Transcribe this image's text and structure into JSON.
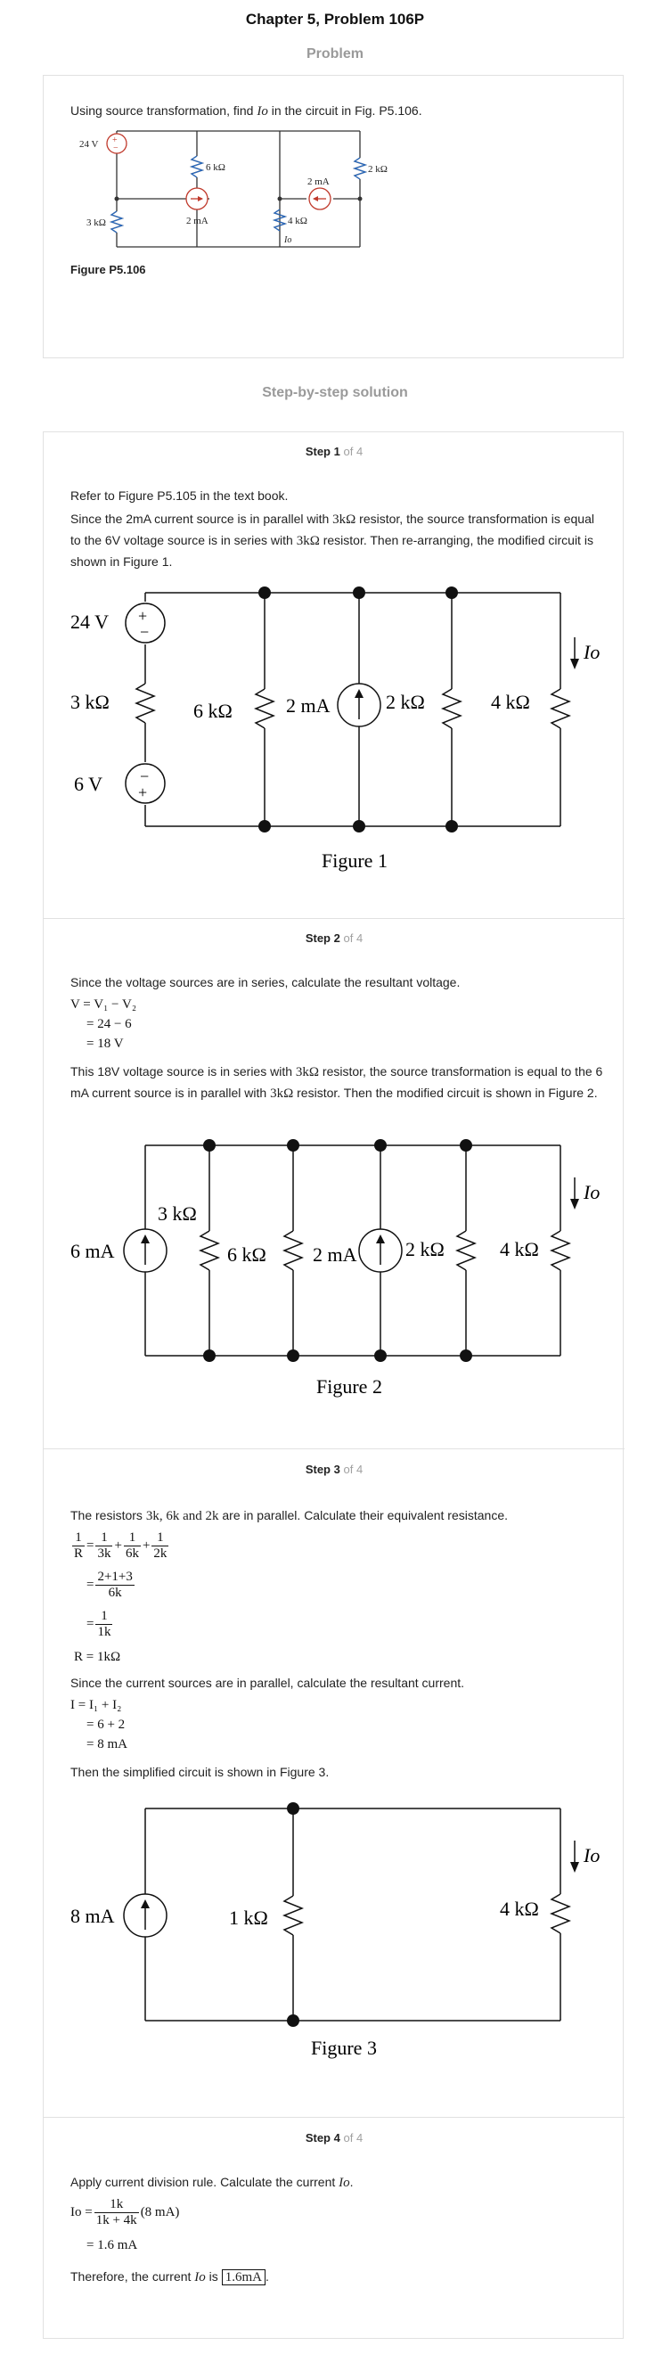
{
  "header": {
    "title": "Chapter 5, Problem 106P",
    "problem_label": "Problem",
    "solution_label": "Step-by-step solution"
  },
  "problem": {
    "text_before": "Using source transformation, find ",
    "text_var": "Io",
    "text_after": " in the circuit in Fig. P5.106.",
    "figure_caption": "Figure P5.106",
    "fig_labels": {
      "v24": "24 V",
      "r6": "6 kΩ",
      "i2a": "2 mA",
      "r2": "2 kΩ",
      "i2b": "2 mA",
      "r3": "3 kΩ",
      "r4": "4 kΩ",
      "io": "Io"
    }
  },
  "steps": {
    "step_word": "Step",
    "of_total": "of 4",
    "s1": {
      "num": "1",
      "p1": "Refer to Figure P5.105 in the text book.",
      "p2a": "Since the 2mA current source is in parallel with ",
      "p2_unit1": "3kΩ",
      "p2b": " resistor, the source transformation is equal to the 6V voltage source is in series with ",
      "p2_unit2": "3kΩ",
      "p2c": " resistor. Then re-arranging, the modified circuit is shown in Figure 1.",
      "fig": {
        "v24": "24 V",
        "r3": "3 kΩ",
        "v6": "6 V",
        "r6": "6 kΩ",
        "i2": "2 mA",
        "r2": "2 kΩ",
        "r4": "4 kΩ",
        "io": "Io",
        "caption": "Figure 1"
      }
    },
    "s2": {
      "num": "2",
      "p1": "Since the voltage sources are in series, calculate the resultant voltage.",
      "eq1": "V = V₁ − V₂",
      "eq2": "= 24 − 6",
      "eq3": "= 18 V",
      "p2a": "This 18V voltage source is in series with ",
      "p2_unit1": "3kΩ",
      "p2b": " resistor, the source transformation is equal to the 6 mA current source is in parallel with ",
      "p2_unit2": "3kΩ",
      "p2c": " resistor. Then the modified circuit is shown in Figure 2.",
      "fig": {
        "i6": "6 mA",
        "r3": "3 kΩ",
        "r6": "6 kΩ",
        "i2": "2 mA",
        "r2": "2 kΩ",
        "r4": "4 kΩ",
        "io": "Io",
        "caption": "Figure 2"
      }
    },
    "s3": {
      "num": "3",
      "p1a": "The resistors ",
      "p1_unit": "3k, 6k and 2k",
      "p1b": " are in parallel. Calculate their equivalent resistance.",
      "eqA_lhs_num": "1",
      "eqA_lhs_den": "R",
      "eqA_t1_num": "1",
      "eqA_t1_den": "3k",
      "eqA_t2_num": "1",
      "eqA_t2_den": "6k",
      "eqA_t3_num": "1",
      "eqA_t3_den": "2k",
      "eqB_num": "2+1+3",
      "eqB_den": "6k",
      "eqC_num": "1",
      "eqC_den": "1k",
      "eqD": "R = 1kΩ",
      "p2": "Since the current sources are in parallel, calculate the resultant current.",
      "eqE1": "I = I₁ + I₂",
      "eqE2": "= 6 + 2",
      "eqE3": "= 8 mA",
      "p3": "Then the simplified circuit is shown in Figure 3.",
      "fig": {
        "i8": "8 mA",
        "r1": "1 kΩ",
        "r4": "4 kΩ",
        "io": "Io",
        "caption": "Figure 3"
      }
    },
    "s4": {
      "num": "4",
      "p1a": "Apply current division rule. Calculate the current ",
      "p1_var": "Io",
      "p1b": ".",
      "eq_lhs": "Io =",
      "eq_num": "1k",
      "eq_den": "1k + 4k",
      "eq_rhs": "(8 mA)",
      "eq2": "= 1.6 mA",
      "p2a": "Therefore, the current ",
      "p2_var": "Io",
      "p2b": " is ",
      "answer": "1.6mA",
      "p2c": "."
    }
  }
}
